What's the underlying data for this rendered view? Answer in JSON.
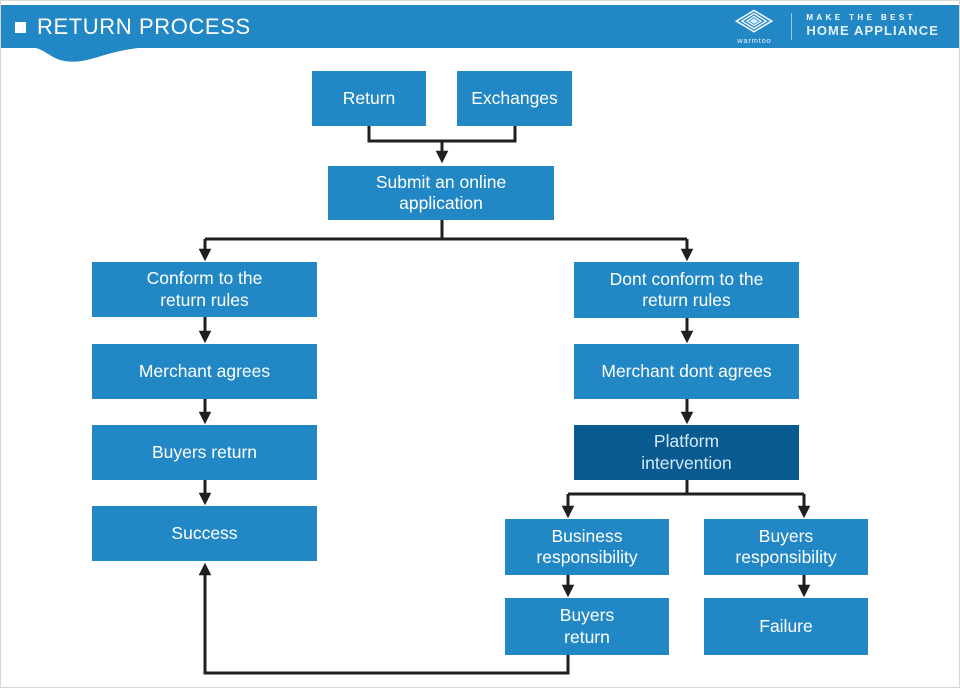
{
  "header": {
    "title": "RETURN PROCESS",
    "brand": {
      "logo_text": "warmtoo",
      "tagline_line1": "MAKE THE BEST",
      "tagline_line2": "HOME APPLIANCE"
    }
  },
  "colors": {
    "primary_blue": "#2287c5",
    "dark_blue": "#0a5a92",
    "connector": "#1f1f1f",
    "text_on_blue": "#ffffff"
  },
  "flowchart": {
    "nodes": [
      {
        "id": "return",
        "label": "Return"
      },
      {
        "id": "exchanges",
        "label": "Exchanges"
      },
      {
        "id": "submit",
        "label": "Submit an online application"
      },
      {
        "id": "conform",
        "label": "Conform to the return rules"
      },
      {
        "id": "dont_conform",
        "label": "Dont conform to the return rules"
      },
      {
        "id": "merchant_agrees",
        "label": "Merchant agrees"
      },
      {
        "id": "merchant_dont_agrees",
        "label": "Merchant dont agrees"
      },
      {
        "id": "buyers_return_left",
        "label": "Buyers return"
      },
      {
        "id": "platform_intervention",
        "label": "Platform intervention"
      },
      {
        "id": "success",
        "label": "Success"
      },
      {
        "id": "business_responsibility",
        "label": "Business responsibility"
      },
      {
        "id": "buyers_responsibility",
        "label": "Buyers responsibility"
      },
      {
        "id": "buyers_return_right",
        "label": "Buyers return"
      },
      {
        "id": "failure",
        "label": "Failure"
      }
    ]
  }
}
